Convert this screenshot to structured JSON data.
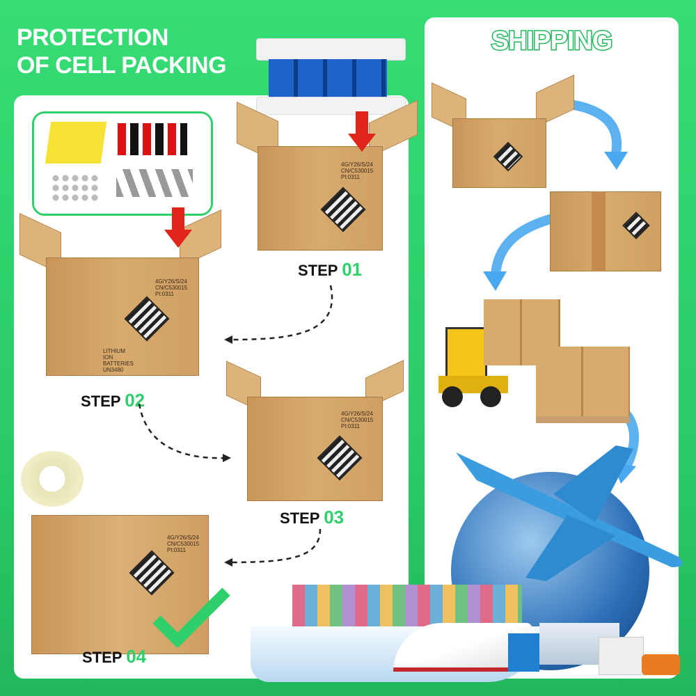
{
  "title": {
    "line1": "PROTECTION",
    "line2": "OF CELL PACKING"
  },
  "shipping": {
    "title": "SHIPPING"
  },
  "steps": [
    {
      "label": "STEP",
      "num": "01"
    },
    {
      "label": "STEP",
      "num": "02"
    },
    {
      "label": "STEP",
      "num": "03"
    },
    {
      "label": "STEP",
      "num": "04"
    }
  ],
  "box_print": {
    "line1": "4G/Y26/S/24",
    "line2": "CN/C530015",
    "line3": "PI:0311",
    "footer": "LITHIUM ION BATTERIES UN3480"
  },
  "colors": {
    "accent": "#2fcf6b",
    "background": "#35d873",
    "arrow": "#e0251b",
    "flow_arrow": "#4aa8f0"
  },
  "icons": [
    "down-arrow-icon",
    "dashed-arrow-icon",
    "checkmark-icon",
    "curved-arrow-icon"
  ]
}
